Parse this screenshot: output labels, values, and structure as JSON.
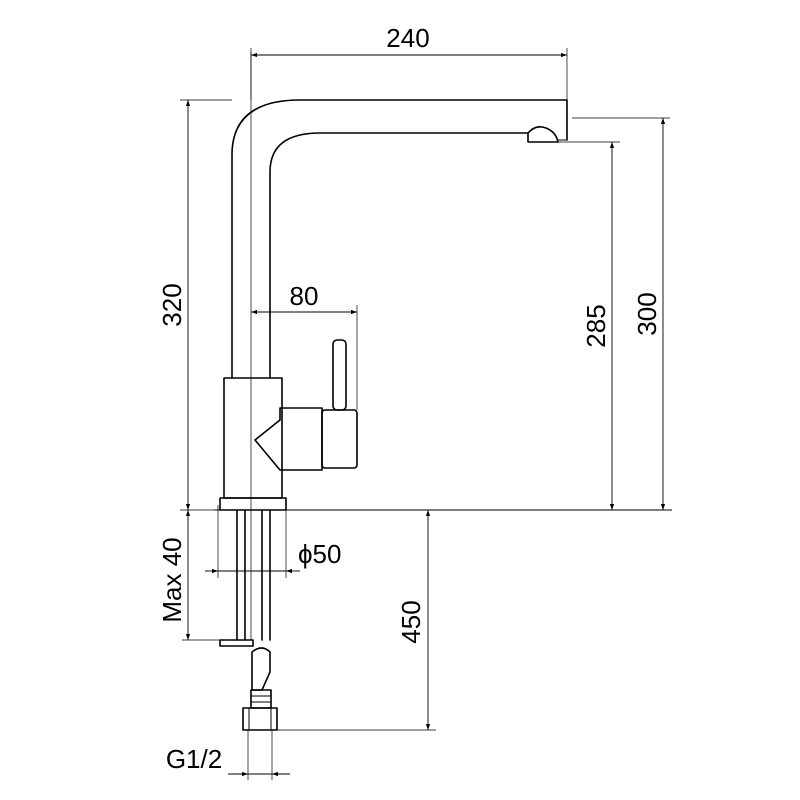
{
  "dimensions": {
    "spout_reach": "240",
    "total_height": "320",
    "handle_offset": "80",
    "outlet_height": "285",
    "spout_height": "300",
    "max_deck_thickness": "Max 40",
    "hole_diameter": "ϕ50",
    "hose_length": "450",
    "connection_thread": "G1/2"
  }
}
